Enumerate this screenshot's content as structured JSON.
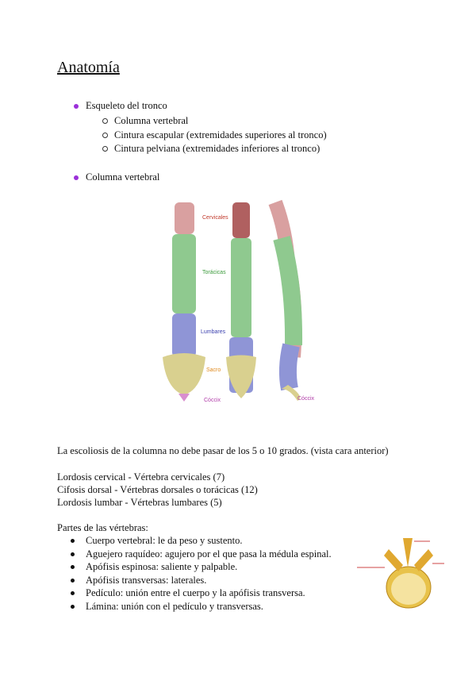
{
  "title": "Anatomía",
  "outline": [
    {
      "label": "Esqueleto del tronco",
      "children": [
        "Columna vertebral",
        "Cintura escapular (extremidades superiores al tronco)",
        "Cintura pelviana (extremidades inferiores al tronco)"
      ]
    },
    {
      "label": "Columna vertebral"
    }
  ],
  "figure_spine": {
    "labels": {
      "cervical": "Cervicales",
      "thoracic": "Torácicas",
      "lumbar": "Lumbares",
      "sacrum": "Sacro",
      "coccyx": "Cóccix",
      "coccyx2": "Cóccix"
    },
    "colors": {
      "cervical": "#d9a0a0",
      "thoracic": "#8fc98f",
      "lumbar": "#8f95d6",
      "sacrum": "#d9d08f",
      "coccyx": "#d98fcf",
      "label_cervical": "#c0392b",
      "label_thoracic": "#3a9a3a",
      "label_lumbar": "#3a3fae",
      "label_sacrum": "#e08a1e",
      "label_coccyx": "#b03aa8"
    }
  },
  "paragraphs": {
    "scoliosis": "La escoliosis de la columna no debe pasar de los 5 o 10 grados. (vista cara anterior)",
    "curves": [
      "Lordosis cervical - Vértebra cervicales (7)",
      "Cifosis dorsal - Vértebras dorsales o torácicas (12)",
      "Lordosis lumbar - Vértebras lumbares (5)"
    ],
    "parts_heading": "Partes de las vértebras:",
    "parts": [
      "Cuerpo vertebral: le da peso y sustento.",
      "Aguejero raquídeo: agujero por el que pasa la médula espinal.",
      "Apófisis espinosa: saliente y palpable.",
      "Apófisis transversas: laterales.",
      "Pedículo: unión entre el cuerpo y la apófisis transversa.",
      "Lámina: unión con el pedículo y transversas."
    ]
  }
}
